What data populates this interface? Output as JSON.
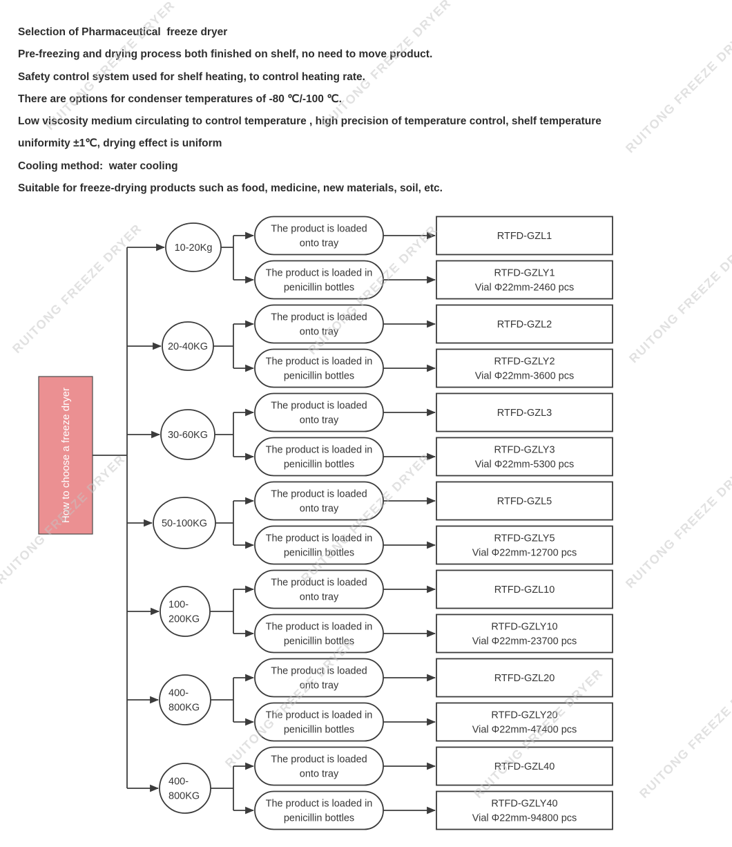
{
  "header": {
    "lines": [
      "Selection of Pharmaceutical  freeze dryer",
      "Pre-freezing and drying process both finished on shelf, no need to move product.",
      "Safety control system used for shelf heating, to control heating rate.",
      "There are options for condenser temperatures of -80 ℃/-100 ℃.",
      "Low viscosity medium circulating to control temperature , high precision of temperature control, shelf temperature",
      "uniformity ±1℃, drying effect is uniform",
      "Cooling method:  water cooling",
      "Suitable for freeze-drying products such as food, medicine, new materials, soil, etc."
    ]
  },
  "watermark": {
    "text": "RUITONG FREEZE DRYER",
    "color": "#c4c4c4"
  },
  "flowchart": {
    "line_color": "#3b3b3b",
    "root": {
      "label": "How to choose a freeze dryer",
      "fill": "#eb9092",
      "text_color": "#ffffff"
    },
    "groups": [
      {
        "capacity": [
          "10-20Kg"
        ],
        "branches": [
          {
            "method": [
              "The product is loaded",
              "onto tray"
            ],
            "model": [
              "RTFD-GZL1"
            ]
          },
          {
            "method": [
              "The product is loaded in",
              "penicillin bottles"
            ],
            "model": [
              "RTFD-GZLY1",
              "Vial Φ22mm-2460 pcs"
            ]
          }
        ]
      },
      {
        "capacity": [
          "20-40KG"
        ],
        "branches": [
          {
            "method": [
              "The product is loaded",
              "onto tray"
            ],
            "model": [
              "RTFD-GZL2"
            ]
          },
          {
            "method": [
              "The product is loaded in",
              "penicillin bottles"
            ],
            "model": [
              "RTFD-GZLY2",
              "Vial Φ22mm-3600 pcs"
            ]
          }
        ]
      },
      {
        "capacity": [
          "30-60KG"
        ],
        "branches": [
          {
            "method": [
              "The product is loaded",
              "onto tray"
            ],
            "model": [
              "RTFD-GZL3"
            ]
          },
          {
            "method": [
              "The product is loaded in",
              "penicillin bottles"
            ],
            "model": [
              "RTFD-GZLY3",
              "Vial Φ22mm-5300 pcs"
            ]
          }
        ]
      },
      {
        "capacity": [
          "50-100KG"
        ],
        "branches": [
          {
            "method": [
              "The product is loaded",
              "onto tray"
            ],
            "model": [
              "RTFD-GZL5"
            ]
          },
          {
            "method": [
              "The product is loaded in",
              "penicillin bottles"
            ],
            "model": [
              "RTFD-GZLY5",
              "Vial Φ22mm-12700 pcs"
            ]
          }
        ]
      },
      {
        "capacity": [
          "100-",
          "200KG"
        ],
        "branches": [
          {
            "method": [
              "The product is loaded",
              "onto tray"
            ],
            "model": [
              "RTFD-GZL10"
            ]
          },
          {
            "method": [
              "The product is loaded in",
              "penicillin bottles"
            ],
            "model": [
              "RTFD-GZLY10",
              "Vial Φ22mm-23700 pcs"
            ]
          }
        ]
      },
      {
        "capacity": [
          "400-",
          "800KG"
        ],
        "branches": [
          {
            "method": [
              "The product is loaded",
              "onto tray"
            ],
            "model": [
              "RTFD-GZL20"
            ]
          },
          {
            "method": [
              "The product is loaded in",
              "penicillin bottles"
            ],
            "model": [
              "RTFD-GZLY20",
              "Vial Φ22mm-47400 pcs"
            ]
          }
        ]
      },
      {
        "capacity": [
          "400-",
          "800KG"
        ],
        "branches": [
          {
            "method": [
              "The product is loaded",
              "onto tray"
            ],
            "model": [
              "RTFD-GZL40"
            ]
          },
          {
            "method": [
              "The product is loaded in",
              "penicillin bottles"
            ],
            "model": [
              "RTFD-GZLY40",
              "Vial Φ22mm-94800 pcs"
            ]
          }
        ]
      }
    ]
  }
}
